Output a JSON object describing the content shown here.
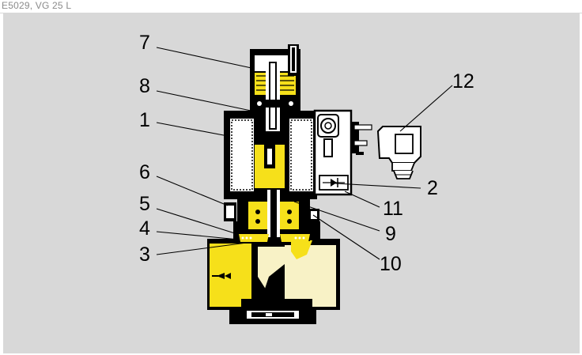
{
  "caption": "E5029, VG 25 L",
  "callouts": {
    "c1": "1",
    "c2": "2",
    "c4": "4",
    "c5": "5",
    "c6": "6",
    "c7": "7",
    "c8": "8",
    "c9": "9",
    "c10": "10",
    "c11": "11",
    "c12": "12",
    "c3": "3"
  },
  "colors": {
    "panel": "#d8d8d8",
    "yellow": "#f6e01a",
    "cream": "#f8f2c6",
    "body": "#000000",
    "light": "#ffffff"
  }
}
